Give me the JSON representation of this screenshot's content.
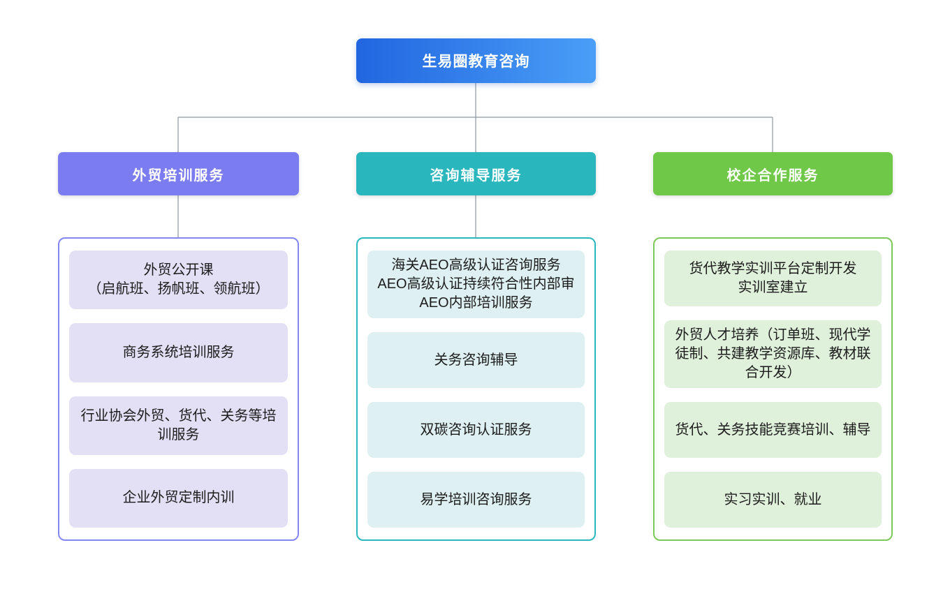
{
  "root": {
    "label": "生易圈教育咨询"
  },
  "colors": {
    "root_gradient_from": "#2166e0",
    "root_gradient_to": "#4a9ef7",
    "connector": "#8f969e"
  },
  "branches": [
    {
      "label": "外贸培训服务",
      "header_color": "#7b7cf0",
      "border_color": "#8487f3",
      "item_bg": "#e3e0f6",
      "items": [
        "外贸公开课\n（启航班、扬帆班、领航班）",
        "商务系统培训服务",
        "行业协会外贸、货代、关务等培训服务",
        "企业外贸定制内训"
      ]
    },
    {
      "label": "咨询辅导服务",
      "header_color": "#29b7bd",
      "border_color": "#2ab8be",
      "item_bg": "#def0f1",
      "items": [
        "海关AEO高级认证咨询服务\nAEO高级认证持续符合性内部审\nAEO内部培训服务",
        "关务咨询辅导",
        "双碳咨询认证服务",
        "易学培训咨询服务"
      ]
    },
    {
      "label": "校企合作服务",
      "header_color": "#6fc847",
      "border_color": "#7bc957",
      "item_bg": "#dff0db",
      "items": [
        "货代教学实训平台定制开发\n实训室建立",
        "外贸人才培养（订单班、现代学徒制、共建教学资源库、教材联合开发）",
        "货代、关务技能竞赛培训、辅导",
        "实习实训、就业"
      ]
    }
  ]
}
